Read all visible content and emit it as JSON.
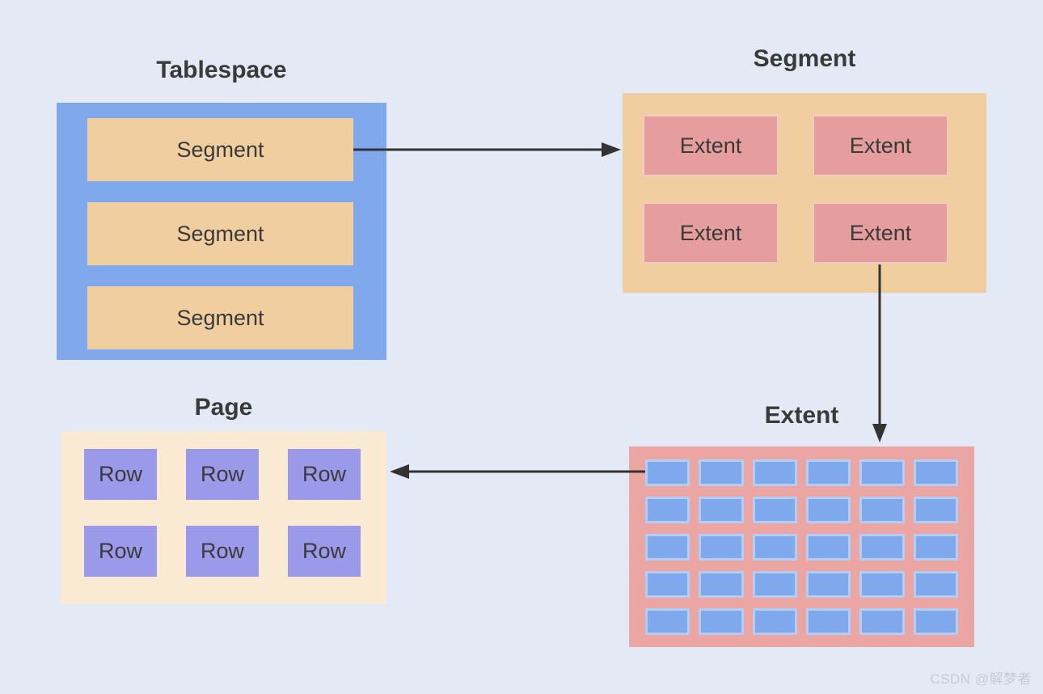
{
  "watermark": {
    "text": "CSDN @解梦者"
  },
  "colors": {
    "background": "#E4EAF5",
    "tablespace_box": "#7FA9EC",
    "segment_bar": "#F0CE9F",
    "segment_box": "#F0CE9F",
    "extent_item_fill": "#E59D9D",
    "extent_item_border": "#F0CCC3",
    "extent_box": "#EBA5A2",
    "page_cell_fill": "#7FA9EC",
    "page_cell_border": "#B3CEF4",
    "page_box": "#FAE9D3",
    "row_item": "#9B99EA",
    "arrow": "#333333",
    "text": "#3A3A3A"
  },
  "tablespace": {
    "title": "Tablespace",
    "segments": [
      "Segment",
      "Segment",
      "Segment"
    ]
  },
  "segment": {
    "title": "Segment",
    "extents": [
      "Extent",
      "Extent",
      "Extent",
      "Extent"
    ]
  },
  "page": {
    "title": "Page",
    "rows": [
      "Row",
      "Row",
      "Row",
      "Row",
      "Row",
      "Row"
    ]
  },
  "extent": {
    "title": "Extent",
    "grid": {
      "columns": 6,
      "rows": 5,
      "cell_count": 30
    }
  },
  "arrows": [
    {
      "from": "tablespace-segment",
      "to": "segment-box",
      "direction": "right"
    },
    {
      "from": "segment-extent",
      "to": "extent-box",
      "direction": "down"
    },
    {
      "from": "extent-box",
      "to": "page-box",
      "direction": "left"
    }
  ]
}
